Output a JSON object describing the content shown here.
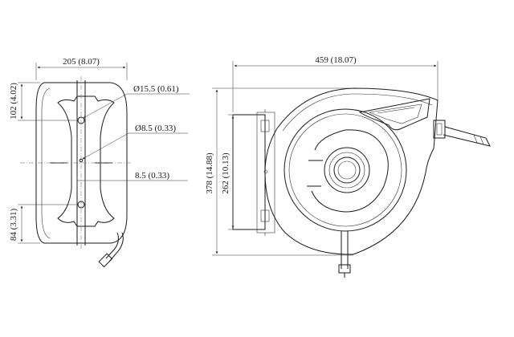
{
  "side_view": {
    "width_label": "205 (8.07)",
    "top_offset_label": "102 (4.02)",
    "bottom_offset_label": "84 (3.31)",
    "hole_large_label": "Ø15.5 (0.61)",
    "hole_small_label": "Ø8.5 (0.33)",
    "slot_label": "8.5 (0.33)"
  },
  "front_view": {
    "width_label": "459 (18.07)",
    "height_label": "378 (14.88)",
    "inner_height_label": "262 (10.13)"
  }
}
